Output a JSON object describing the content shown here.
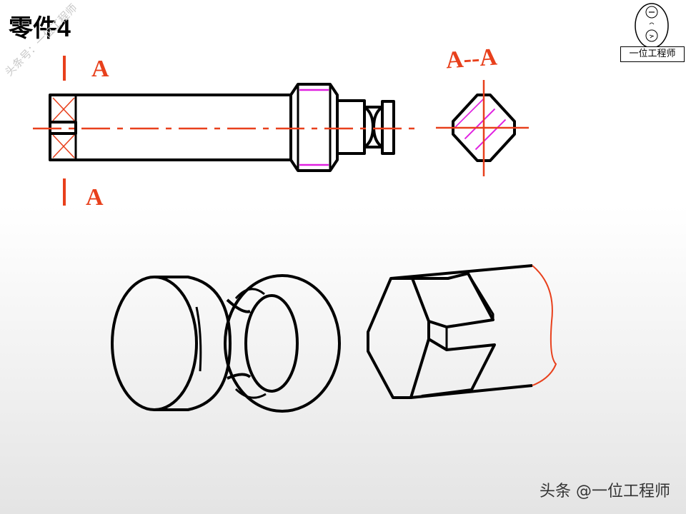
{
  "title": "零件4",
  "watermark": "头条号：一位工程师",
  "logo": {
    "caption": "一位工程师",
    "seal_text": "一 与 佳"
  },
  "labels": {
    "section_top": "A",
    "section_bottom": "A",
    "section_view": "A--A"
  },
  "footer": "头条 @一位工程师",
  "colors": {
    "outline": "#000000",
    "center_line": "#e8401c",
    "hatch": "#e020e0",
    "break_line": "#e8401c"
  }
}
